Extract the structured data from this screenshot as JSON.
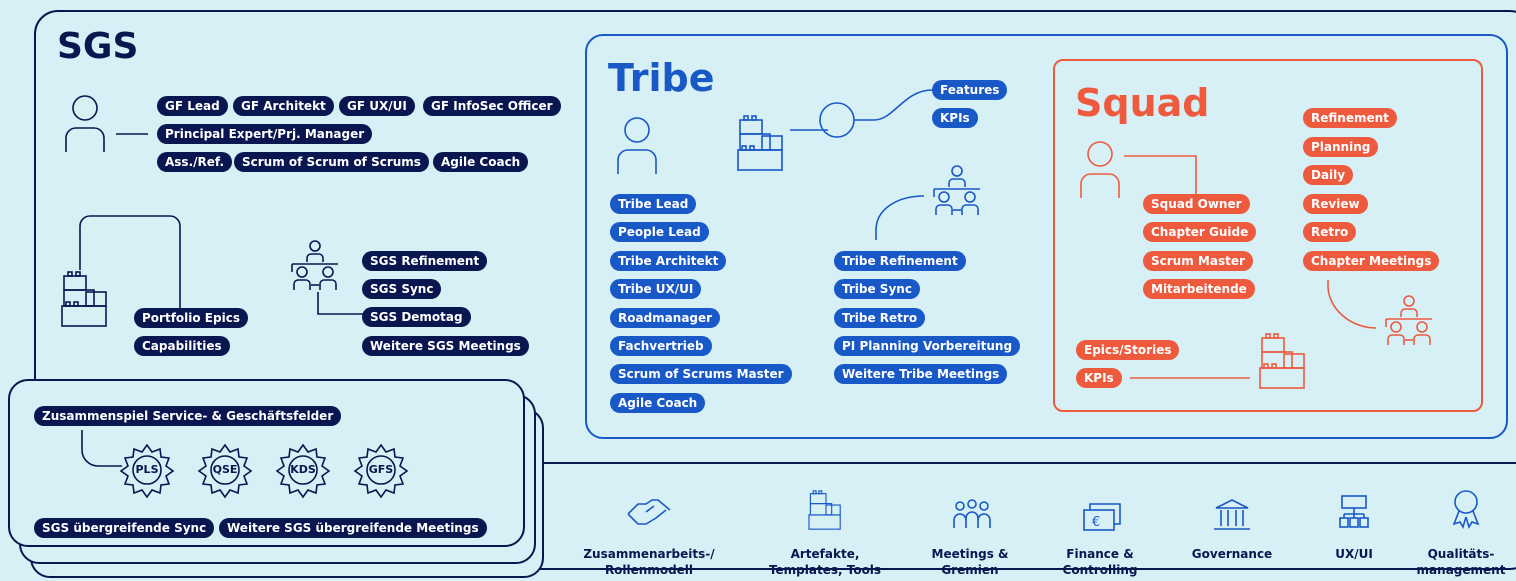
{
  "sgs": {
    "title": "SGS",
    "roles": [
      "GF Lead",
      "GF Architekt",
      "GF UX/UI",
      "GF InfoSec Officer",
      "Principal Expert/Prj. Manager",
      "Ass./Ref.",
      "Scrum of Scrum of Scrums",
      "Agile Coach"
    ],
    "artifacts": [
      "Portfolio Epics",
      "Capabilities"
    ],
    "meetings": [
      "SGS Refinement",
      "SGS Sync",
      "SGS Demotag",
      "Weitere SGS Meetings"
    ],
    "cross": {
      "heading": "Zusammenspiel Service- & Geschäftsfelder",
      "gears": [
        "PLS",
        "QSE",
        "KDS",
        "GFS"
      ],
      "meetings": [
        "SGS übergreifende Sync",
        "Weitere SGS übergreifende Meetings"
      ]
    }
  },
  "tribe": {
    "title": "Tribe",
    "artifacts": [
      "Features",
      "KPIs"
    ],
    "roles": [
      "Tribe Lead",
      "People Lead",
      "Tribe Architekt",
      "Tribe UX/UI",
      "Roadmanager",
      "Fachvertrieb",
      "Scrum of Scrums Master",
      "Agile Coach"
    ],
    "meetings": [
      "Tribe Refinement",
      "Tribe Sync",
      "Tribe Retro",
      "PI Planning Vorbereitung",
      "Weitere Tribe Meetings"
    ]
  },
  "squad": {
    "title": "Squad",
    "roles": [
      "Squad Owner",
      "Chapter Guide",
      "Scrum Master",
      "Mitarbeitende"
    ],
    "meetings": [
      "Refinement",
      "Planning",
      "Daily",
      "Review",
      "Retro",
      "Chapter Meetings"
    ],
    "artifacts": [
      "Epics/Stories",
      "KPIs"
    ]
  },
  "footer": [
    {
      "icon": "handshake-icon",
      "label": [
        "Zusammenarbeits-/",
        "Rollenmodell"
      ]
    },
    {
      "icon": "blocks-icon",
      "label": [
        "Artefakte,",
        "Templates, Tools"
      ]
    },
    {
      "icon": "people-icon",
      "label": [
        "Meetings &",
        "Gremien"
      ]
    },
    {
      "icon": "euro-icon",
      "label": [
        "Finance &",
        "Controlling"
      ]
    },
    {
      "icon": "building-icon",
      "label": [
        "Governance"
      ]
    },
    {
      "icon": "sitemap-icon",
      "label": [
        "UX/UI"
      ]
    },
    {
      "icon": "award-icon",
      "label": [
        "Qualitäts-",
        "management"
      ]
    }
  ],
  "colors": {
    "navy": "#0a1650",
    "blue": "#1958c7",
    "red": "#ee5a3e",
    "background": "#d6f0f5"
  }
}
